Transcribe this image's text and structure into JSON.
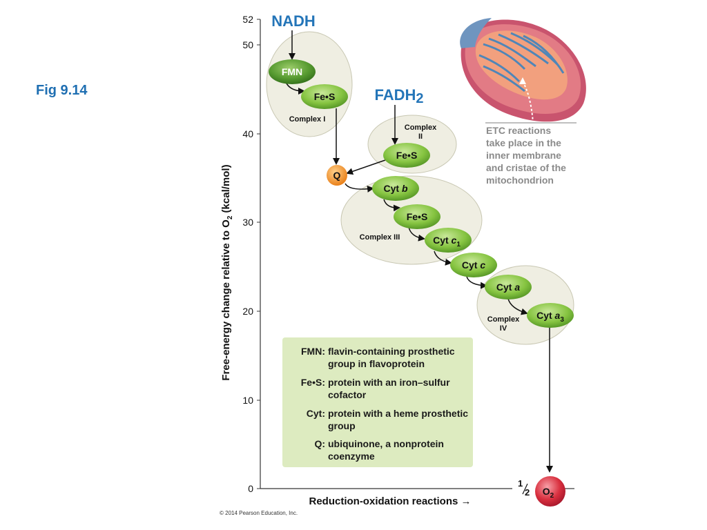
{
  "figure_label": "Fig 9.14",
  "axis": {
    "y_label": "Free-energy change relative to O",
    "y_label_sub": "2",
    "y_label_tail": " (kcal/mol)",
    "x_label": "Reduction-oxidation reactions →",
    "ticks": [
      "52",
      "50",
      "40",
      "30",
      "20",
      "10",
      "0"
    ]
  },
  "donors": {
    "nadh": "NADH",
    "fadh": "FADH",
    "fadh_sub": "2"
  },
  "complexes": {
    "c1": "Complex I",
    "c2_line1": "Complex",
    "c2_line2": "II",
    "c3": "Complex III",
    "c4_line1": "Complex",
    "c4_line2": "IV"
  },
  "carriers": {
    "fmn": "FMN",
    "fes_1": "Fe•S",
    "fes_2": "Fe•S",
    "q": "Q",
    "cyt_b_prefix": "Cyt ",
    "cyt_b_letter": "b",
    "fes_3": "Fe•S",
    "cyt_c1_prefix": "Cyt ",
    "cyt_c1_letter": "c",
    "cyt_c1_sub": "1",
    "cyt_c_prefix": "Cyt ",
    "cyt_c_letter": "c",
    "cyt_a_prefix": "Cyt ",
    "cyt_a_letter": "a",
    "cyt_a3_prefix": "Cyt ",
    "cyt_a3_letter": "a",
    "cyt_a3_sub": "3",
    "o2_half_num": "1",
    "o2_half_den": "2",
    "o2": "O",
    "o2_sub": "2"
  },
  "callout": "ETC reactions\ntake place in the\ninner membrane\nand cristae of the\nmitochondrion",
  "legend": [
    {
      "key": "FMN:",
      "desc": "flavin-containing prosthetic group in flavoprotein"
    },
    {
      "key": "Fe•S:",
      "desc": "protein with an iron–sulfur cofactor"
    },
    {
      "key": "Cyt:",
      "desc": "protein with a heme prosthetic group"
    },
    {
      "key": "Q:",
      "desc": "ubiquinone, a nonprotein coenzyme"
    }
  ],
  "copyright": "© 2014 Pearson Education, Inc.",
  "colors": {
    "title_blue": "#1f6fb2",
    "donor_blue": "#2475b8",
    "complex_fill": "#efeee2",
    "carrier_green": "#7bbd3b",
    "fmn_green": "#4d8f2a",
    "q_orange": "#f28c1e",
    "o2_red": "#d6283c",
    "legend_bg": "#ddebc0"
  }
}
